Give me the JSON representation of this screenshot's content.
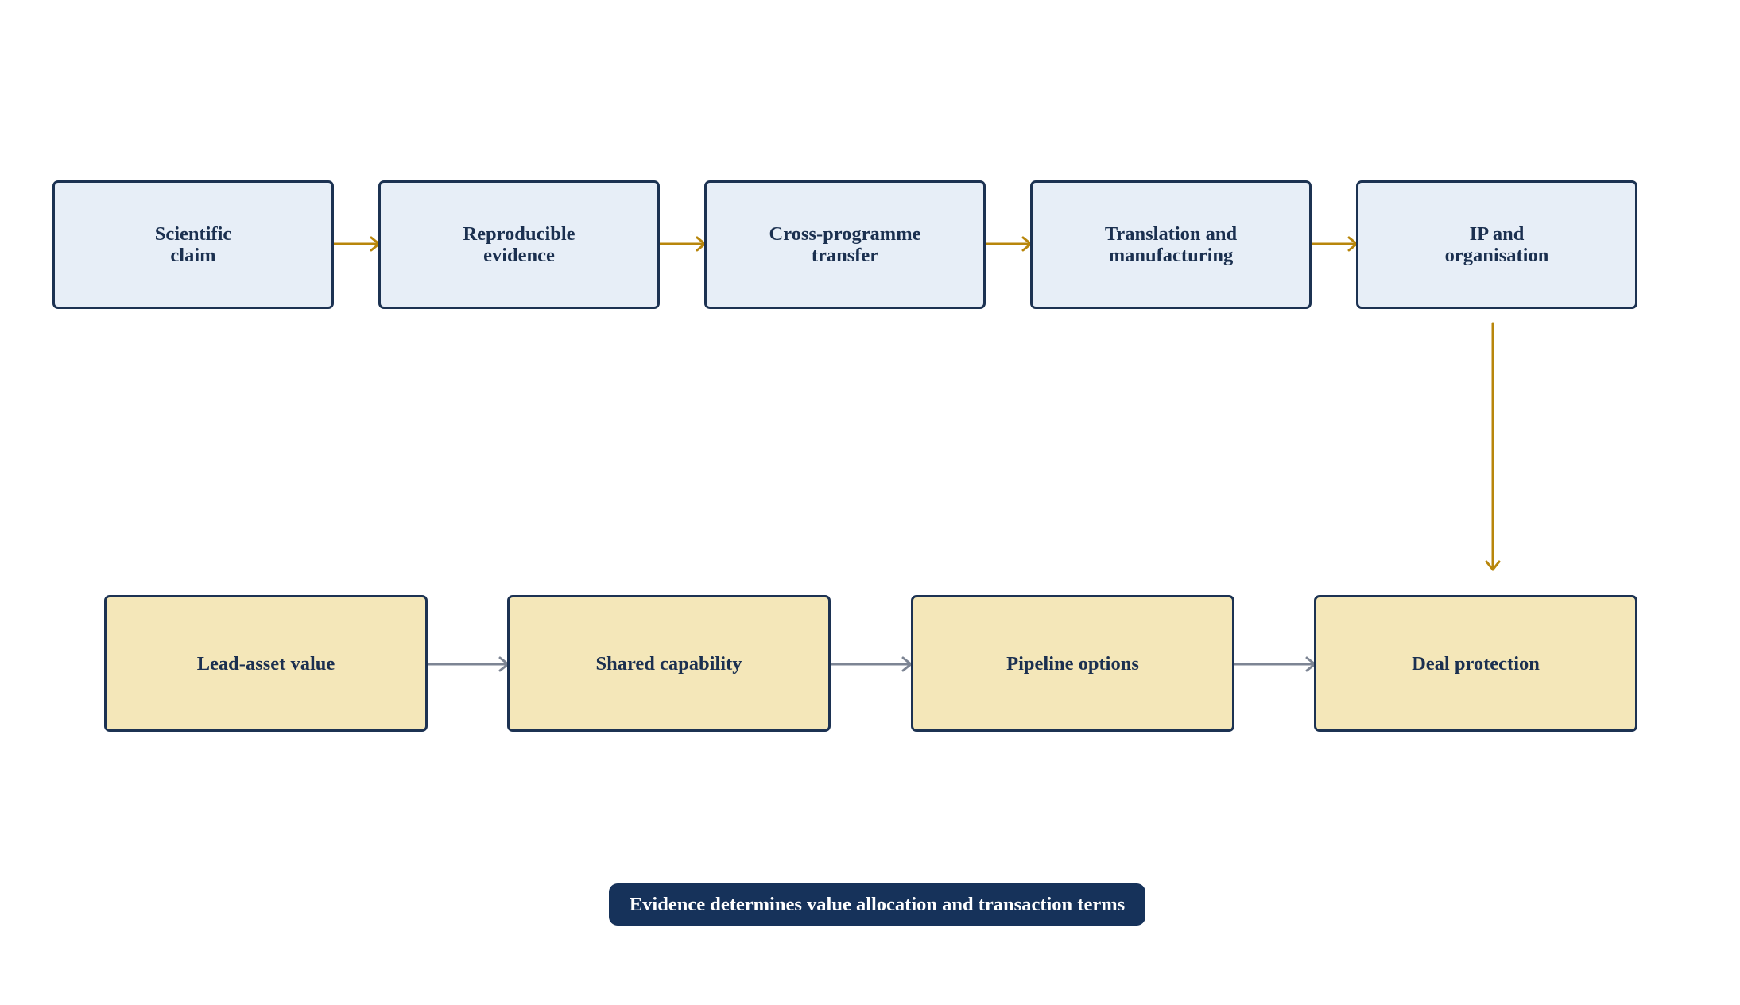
{
  "diagram": {
    "top_row": [
      {
        "label": "Scientific\nclaim"
      },
      {
        "label": "Reproducible\nevidence"
      },
      {
        "label": "Cross-programme\ntransfer"
      },
      {
        "label": "Translation and\nmanufacturing"
      },
      {
        "label": "IP and\norganisation"
      }
    ],
    "bottom_row": [
      {
        "label": "Lead-asset value"
      },
      {
        "label": "Shared capability"
      },
      {
        "label": "Pipeline options"
      },
      {
        "label": "Deal protection"
      }
    ],
    "banner": "Evidence determines value allocation and transaction terms",
    "colors": {
      "top_fill": "#e7eef7",
      "bottom_fill": "#f4e7b9",
      "border": "#1c3252",
      "text": "#1b3050",
      "gold_arrow": "#b8860b",
      "gray_arrow": "#7d8594",
      "banner_bg": "#16325a",
      "banner_text": "#ffffff"
    }
  }
}
